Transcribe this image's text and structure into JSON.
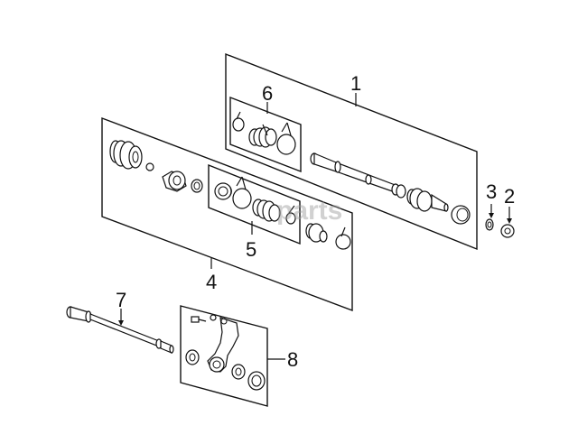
{
  "diagram": {
    "callouts": {
      "c1": "1",
      "c2": "2",
      "c3": "3",
      "c4": "4",
      "c5": "5",
      "c6": "6",
      "c7": "7",
      "c8": "8"
    },
    "watermark": "parts"
  }
}
